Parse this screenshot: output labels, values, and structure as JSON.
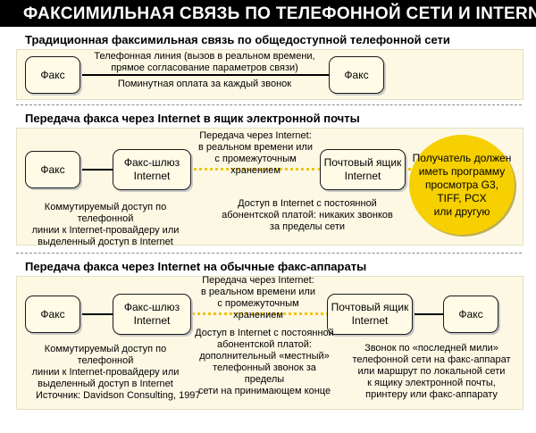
{
  "title": "ФАКСИМИЛЬНАЯ СВЯЗЬ ПО ТЕЛЕФОННОЙ СЕТИ И INTERNET",
  "section1": {
    "heading": "Традиционная факсимильная связь  по общедоступной телефонной сети",
    "fax_left": "Факс",
    "fax_right": "Факс",
    "line_label_1": "Телефонная линия (вызов в реальном времени,",
    "line_label_2": "прямое согласование параметров связи)",
    "billing_label": "Поминутная оплата за каждый звонок"
  },
  "section2": {
    "heading": "Передача факса через Internet в ящик электронной почты",
    "fax": "Факс",
    "gateway_1": "Факс-шлюз",
    "gateway_2": "Internet",
    "mailbox_1": "Почтовый ящик",
    "mailbox_2": "Internet",
    "transfer_1": "Передача через Internet:",
    "transfer_2": "в реальном  времени  или",
    "transfer_3": "с промежуточным хранением",
    "dialup_1": "Коммутируемый доступ по телефонной",
    "dialup_2": "линии к Internet-провайдеру или",
    "dialup_3": "выделенный доступ в Internet",
    "access_1": "Доступ в Internet с постоянной",
    "access_2": "абонентской платой: никаких звонков",
    "access_3": "за пределы сети",
    "recipient_1": "Получатель должен",
    "recipient_2": "иметь программу",
    "recipient_3": "просмотра G3,",
    "recipient_4": "TIFF, PCX",
    "recipient_5": "или другую"
  },
  "section3": {
    "heading": "Передача факса через Internet на обычные факс-аппараты",
    "fax_left": "Факс",
    "gateway_1": "Факс-шлюз",
    "gateway_2": "Internet",
    "mailbox_1": "Почтовый ящик",
    "mailbox_2": "Internet",
    "fax_right": "Факс",
    "transfer_1": "Передача через Internet:",
    "transfer_2": "в реальном  времени  или",
    "transfer_3": "с промежуточным хранением",
    "dialup_1": "Коммутируемый доступ по телефонной",
    "dialup_2": "линии к Internet-провайдеру или",
    "dialup_3": "выделенный доступ в Internet",
    "access_1": "Доступ в Internet с постоянной",
    "access_2": "абонентской платой:",
    "access_3": "дополнительный «местный»",
    "access_4": "телефонный звонок  за пределы",
    "access_5": "сети на принимающем конце",
    "lastmile_1": "Звонок по «последней мили»",
    "lastmile_2": "телефонной сети на факс-аппарат",
    "lastmile_3": "или маршрут по локальной сети",
    "lastmile_4": "к  ящику электронной почты,",
    "lastmile_5": "принтеру или факс-аппарату"
  },
  "source": "Источник: Davidson Consulting, 1997"
}
